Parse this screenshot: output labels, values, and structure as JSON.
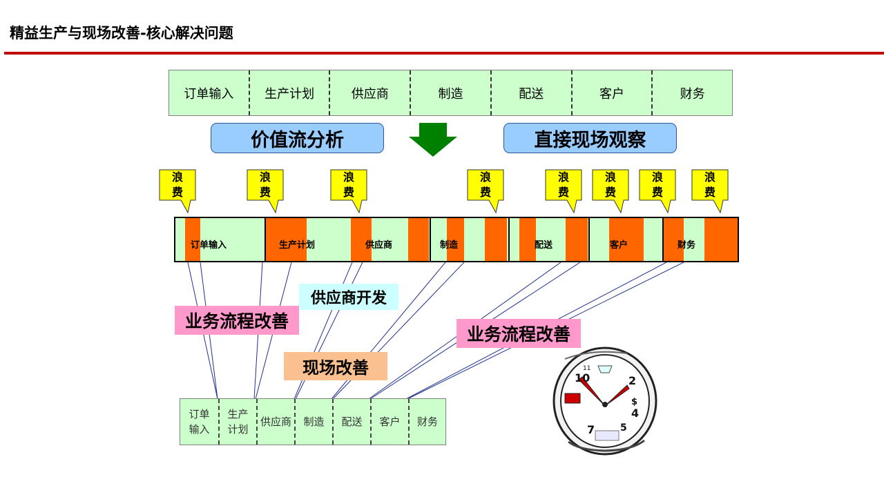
{
  "slide_title": "精益生产与现场改善-核心解决问题",
  "top_strip": [
    "订单输入",
    "生产计划",
    "供应商",
    "制造",
    "配送",
    "客户",
    "财务"
  ],
  "value_stream_label": "价值流分析",
  "observation_label": "直接现场观察",
  "waste_label_line1": "浪",
  "waste_label_line2": "费",
  "middle_bar": [
    "订单输入",
    "生产计划",
    "供应商",
    "制造",
    "配送",
    "客户",
    "财务"
  ],
  "labels": {
    "supplier_dev": "供应商开发",
    "process_improve_left": "业务流程改善",
    "process_improve_right": "业务流程改善",
    "site_improve": "现场改善"
  },
  "bottom_strip": [
    {
      "line1": "订单",
      "line2": "输入"
    },
    {
      "line1": "生产",
      "line2": "计划"
    },
    {
      "line1": "供应商",
      "line2": ""
    },
    {
      "line1": "制造",
      "line2": ""
    },
    {
      "line1": "配送",
      "line2": ""
    },
    {
      "line1": "客户",
      "line2": ""
    },
    {
      "line1": "财务",
      "line2": ""
    }
  ],
  "clock": {
    "numbers": {
      "n10": "10",
      "n2": "2",
      "n4": "4",
      "n5": "5",
      "n7": "7",
      "n11": "11",
      "dollar": "$"
    }
  },
  "colors": {
    "green_fill": "#ccffcc",
    "waste_orange": "#ff6600",
    "callout_yellow": "#ffff00",
    "accent_red": "#c00000",
    "pill_blue": "#99ccff",
    "pink": "#ff99cc",
    "arrow_green": "#008000"
  }
}
